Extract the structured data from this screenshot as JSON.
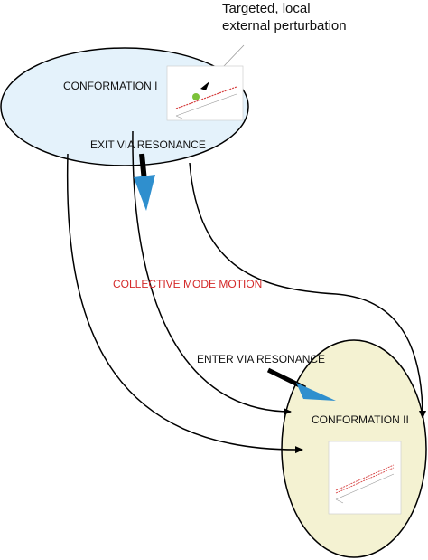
{
  "labels": {
    "callout_line1": "Targeted, local",
    "callout_line2": "external perturbation",
    "conformation_1": "CONFORMATION I",
    "exit": "EXIT VIA RESONANCE",
    "collective": "COLLECTIVE MODE MOTION",
    "enter": "ENTER VIA RESONANCE",
    "conformation_2": "CONFORMATION II"
  },
  "colors": {
    "conformation_1_fill": "#e4f2fb",
    "conformation_2_fill": "#f4f2d2",
    "collective_text": "#d42a2a",
    "resonance_arrow": "#2f8fce",
    "perturbation_dot": "#7cc23a",
    "inset_line": "#d64040"
  }
}
